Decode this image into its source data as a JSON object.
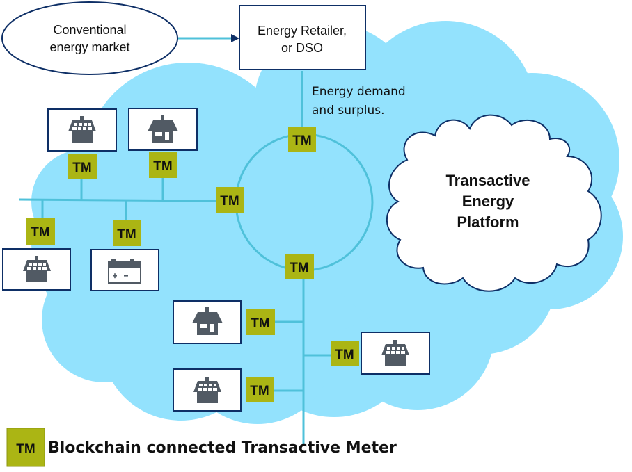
{
  "colors": {
    "cloud_fill": "#93e2fd",
    "line": "#4fc1da",
    "box_border": "#0e2f66",
    "tm_fill": "#abb514",
    "icon": "#515a64",
    "arrow": "#0e2f66"
  },
  "market": {
    "label_line1": "Conventional",
    "label_line2": "energy market"
  },
  "retailer": {
    "label_line1": "Energy Retailer,",
    "label_line2": "or DSO"
  },
  "flow_note": {
    "line1": "Energy demand",
    "line2": "and surplus."
  },
  "platform": {
    "line1": "Transactive",
    "line2": "Energy",
    "line3": "Platform"
  },
  "meter_label": "TM",
  "nodes": [
    {
      "id": "top-left-solar-house",
      "icon": "solar-house-icon"
    },
    {
      "id": "top-house",
      "icon": "house-icon"
    },
    {
      "id": "left-solar-house",
      "icon": "solar-house-icon"
    },
    {
      "id": "battery",
      "icon": "battery-icon"
    },
    {
      "id": "bottom-house",
      "icon": "house-icon"
    },
    {
      "id": "bottom-solar-house",
      "icon": "solar-house-icon"
    },
    {
      "id": "right-solar-house",
      "icon": "solar-house-icon"
    }
  ],
  "legend": {
    "symbol": "TM",
    "text": "Blockchain connected Transactive Meter"
  }
}
